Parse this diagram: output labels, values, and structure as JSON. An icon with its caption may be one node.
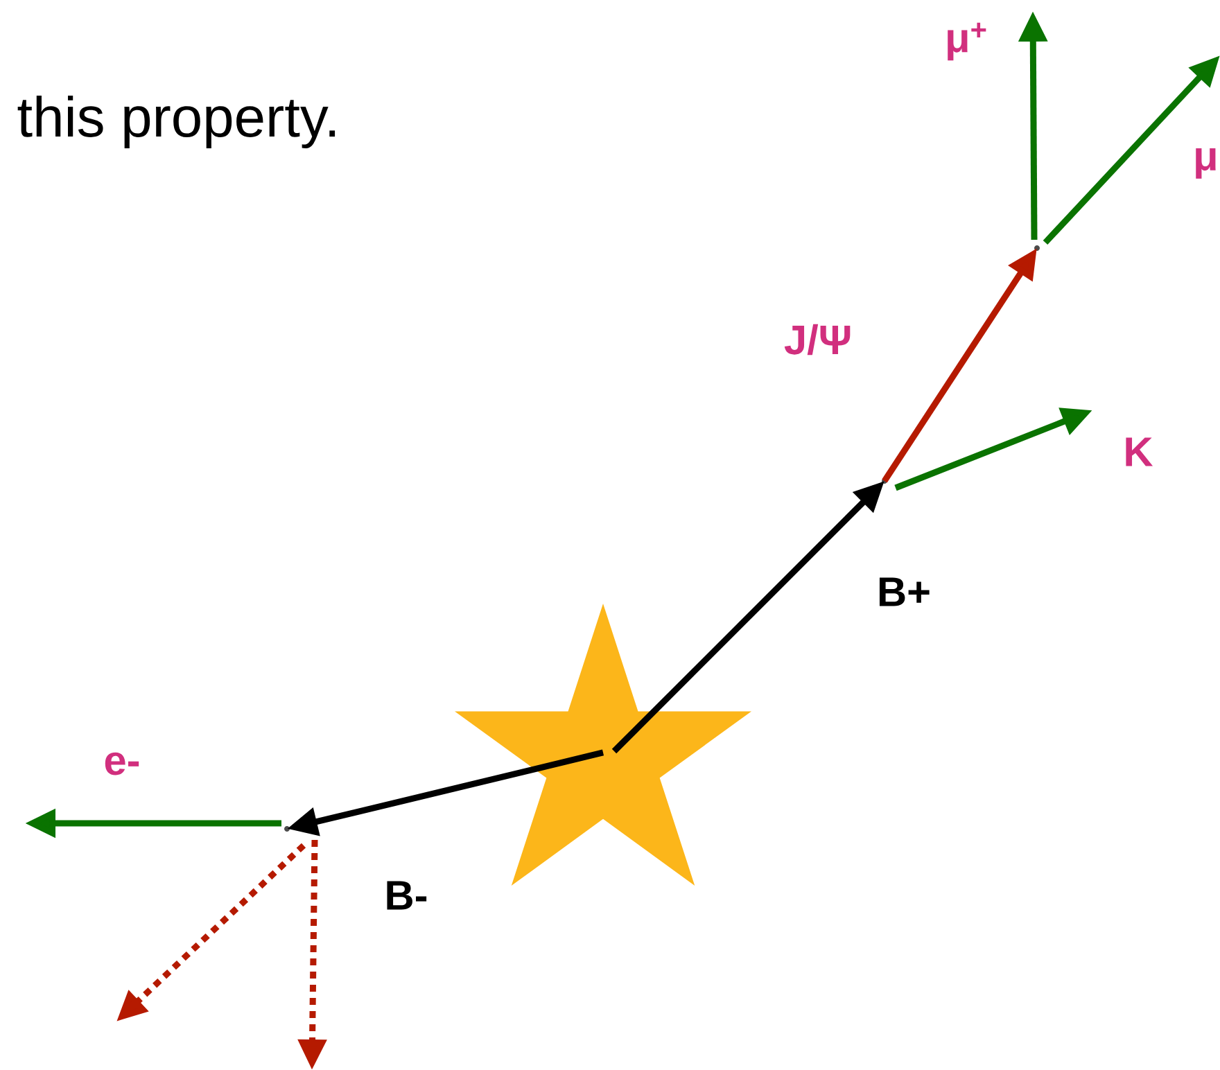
{
  "diagram": {
    "nodes": [
      {
        "text": [],
        "shape": "star"
      },
      {
        "text": [],
        "shape": "point"
      },
      {
        "text": [],
        "shape": "point"
      },
      {
        "text": [],
        "shape": "point"
      }
    ],
    "edges": [
      {
        "from": 0,
        "to": 1,
        "arrow": "to",
        "label": "B+",
        "color": "#000000"
      },
      {
        "from": 1,
        "to": 2,
        "arrow": "to",
        "label": "J/Ψ",
        "color": "#b51a00"
      },
      {
        "from": 1,
        "to": null,
        "arrow": "to",
        "label": "K"
      },
      {
        "from": 2,
        "to": null,
        "arrow": "to",
        "label": "μ$^{+}$"
      },
      {
        "from": 2,
        "to": null,
        "arrow": "to",
        "label": "μ"
      },
      {
        "from": 0,
        "to": 3,
        "arrow": "to",
        "label": "B-",
        "color": "#000000"
      },
      {
        "from": 3,
        "to": null,
        "arrow": "to",
        "label": "e-"
      },
      {
        "from": 3,
        "to": null,
        "arrow": "to",
        "style": "dashed",
        "color": "#b51a00"
      },
      {
        "from": 3,
        "to": null,
        "arrow": "to",
        "style": "dashed",
        "color": "#b51a00"
      }
    ],
    "labels": [
      "this property."
    ]
  }
}
